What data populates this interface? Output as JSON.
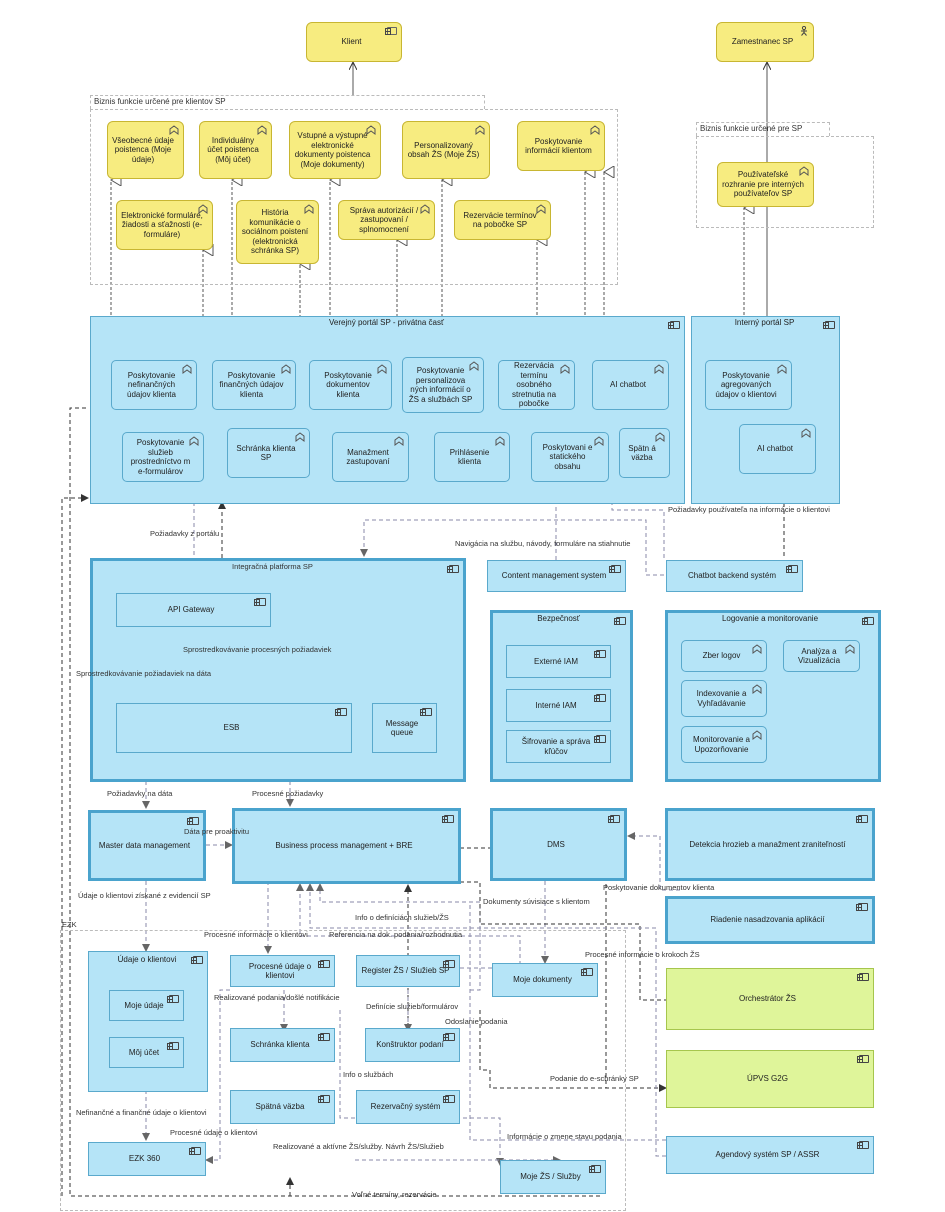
{
  "actors": {
    "client": "Klient",
    "employee": "Zamestnanec SP"
  },
  "groups": {
    "biz_clients": "Biznis funkcie určené pre klientov SP",
    "biz_internal": "Biznis funkcie určené pre SP",
    "public_portal": "Verejný portál SP - privátna časť",
    "internal_portal": "Interný portál SP",
    "integration": "Integračná platforma SP",
    "security": "Bezpečnosť",
    "logging": "Logovanie a monitorovanie",
    "ezk": "EZK",
    "client_data": "Údaje o klientovi"
  },
  "biz": {
    "b1": "Všeobecné údaje poistenca (Moje údaje)",
    "b2": "Individuálny účet poistenca (Môj účet)",
    "b3": "Vstupné a výstupné elektronické dokumenty poistenca (Moje dokumenty)",
    "b4": "Personalizovaný obsah ŽS (Moje ŽS)",
    "b5": "Poskytovanie informácií klientom",
    "b6": "Elektronické formuláre, žiadosti a sťažnosti (e-formuláre)",
    "b7": "História komunikácie o sociálnom poistení (elektronická schránka SP)",
    "b8": "Správa autorizácií / zastupovaní / splnomocnení",
    "b9": "Rezervácie termínov na pobočke SP",
    "b10": "Používateľské rozhranie pre interných používateľov SP"
  },
  "portal": {
    "p1": "Poskytovanie nefinančných údajov klienta",
    "p2": "Poskytovanie finančných údajov klienta",
    "p3": "Poskytovanie dokumentov klienta",
    "p4": "Poskytovanie personalizova ných informácií o ŽS a službách SP",
    "p5": "Rezervácia termínu osobného stretnutia na pobočke",
    "p6": "AI chatbot",
    "p7": "Poskytovanie služieb prostredníctvo m e-formulárov",
    "p8": "Schránka klienta SP",
    "p9": "Manažment zastupovaní",
    "p10": "Prihlásenie klienta",
    "p11": "Poskytovani e statického obsahu",
    "p12": "Spätn á väzba",
    "i1": "Poskytovanie agregovaných údajov o klientovi",
    "i2": "AI chatbot"
  },
  "apps": {
    "cms": "Content management system",
    "chatbot_be": "Chatbot backend systém",
    "api": "API Gateway",
    "esb": "ESB",
    "mq": "Message queue",
    "ext_iam": "Externé IAM",
    "int_iam": "Interné IAM",
    "crypto": "Šifrovanie a správa kľúčov",
    "log1": "Zber logov",
    "log2": "Analýza a Vizualizácia",
    "log3": "Indexovanie a Vyhľadávanie",
    "log4": "Monitorovanie a Upozorňovanie",
    "mdm": "Master data management",
    "bpm": "Business process management + BRE",
    "dms": "DMS",
    "threat": "Detekcia hrozieb a manažment zraniteľností",
    "deploy": "Riadenie nasadzovania aplikácií",
    "orch": "Orchestrátor ŽS",
    "upvs": "ÚPVS G2G",
    "agenda": "Agendový systém SP / ASSR",
    "my_data": "Moje údaje",
    "my_account": "Môj účet",
    "proc": "Procesné údaje o klientovi",
    "register": "Register ŽS / Služieb SP",
    "mydocs": "Moje dokumenty",
    "inbox": "Schránka klienta",
    "builder": "Konštruktor podaní",
    "feedback": "Spätná väzba",
    "reserv": "Rezervačný systém",
    "ezk360": "EZK 360",
    "myzs": "Moje ŽS / Služby"
  },
  "flows": {
    "f1": "Požiadavky z portálu",
    "f2": "Navigácia na službu, návody, formuláre na stiahnutie",
    "f3": "Požiadavky používateľa na informácie o klientovi",
    "f4": "Sprostredkovávanie procesných požiadaviek",
    "f5": "Sprostredkovávanie požiadaviek na dáta",
    "f6": "Požiadavky na dáta",
    "f7": "Procesné požiadavky",
    "f8": "Dáta pre proaktivitu",
    "f9": "Údaje o klientovi získané z evidencií SP",
    "f10": "Poskytovanie dokumentov klienta",
    "f11": "Dokumenty súvisiace s klientom",
    "f12": "Info o definíciách služieb/ŽS",
    "f13": "Procesné informácie o klientovi",
    "f14": "Referencia na dok. podania/rozhodnutia",
    "f15": "Procesné informácie o krokoch ŽS",
    "f16": "Realizované podania/došlé notifikácie",
    "f17": "Definície služieb/formulárov",
    "f18": "Odoslanie podania",
    "f19": "Info o službách",
    "f20": "Podanie do e-schránky SP",
    "f21": "Nefinančné a finančné údaje o klientovi",
    "f22": "Procesné údaje o klientovi",
    "f23": "Informácie o zmene stavu podania",
    "f24": "Realizované a aktívne ŽS/služby. Návrh ŽS/Služieb",
    "f25": "Voľné termíny, rezervácie"
  }
}
